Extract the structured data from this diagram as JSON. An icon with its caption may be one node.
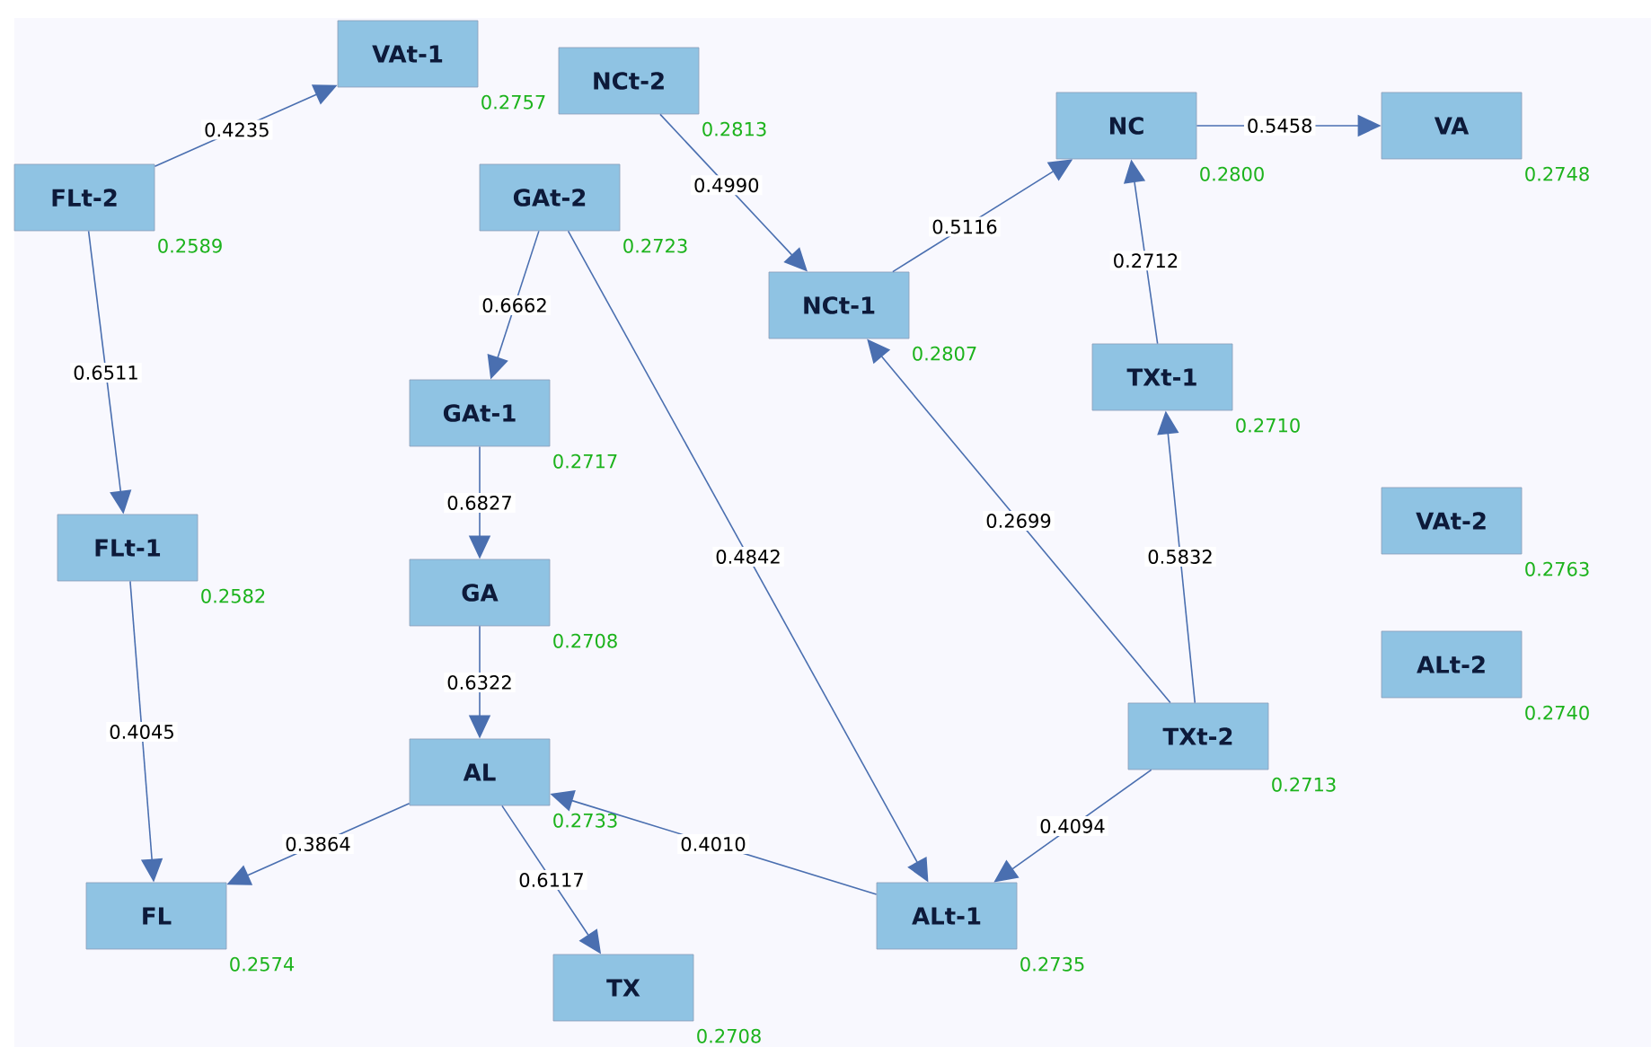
{
  "diagram": {
    "nodes": [
      {
        "text": [
          "VAt-1"
        ],
        "beside": [
          "0.2757"
        ]
      },
      {
        "text": [
          "NCt-2"
        ],
        "beside": [
          "0.2813"
        ]
      },
      {
        "text": [
          "NC"
        ],
        "beside": [
          "0.2800"
        ]
      },
      {
        "text": [
          "VA"
        ],
        "beside": [
          "0.2748"
        ]
      },
      {
        "text": [
          "FLt-2"
        ],
        "beside": [
          "0.2589"
        ]
      },
      {
        "text": [
          "GAt-2"
        ],
        "beside": [
          "0.2723"
        ]
      },
      {
        "text": [
          "NCt-1"
        ],
        "beside": [
          "0.2807"
        ]
      },
      {
        "text": [
          "TXt-1"
        ],
        "beside": [
          "0.2710"
        ]
      },
      {
        "text": [
          "GAt-1"
        ],
        "beside": [
          "0.2717"
        ]
      },
      {
        "text": [
          "VAt-2"
        ],
        "beside": [
          "0.2763"
        ]
      },
      {
        "text": [
          "FLt-1"
        ],
        "beside": [
          "0.2582"
        ]
      },
      {
        "text": [
          "GA"
        ],
        "beside": [
          "0.2708"
        ]
      },
      {
        "text": [
          "ALt-2"
        ],
        "beside": [
          "0.2740"
        ]
      },
      {
        "text": [
          "TXt-2"
        ],
        "beside": [
          "0.2713"
        ]
      },
      {
        "text": [
          "AL"
        ],
        "beside": [
          "0.2733"
        ]
      },
      {
        "text": [
          "FL"
        ],
        "beside": [
          "0.2574"
        ]
      },
      {
        "text": [
          "ALt-1"
        ],
        "beside": [
          "0.2735"
        ]
      },
      {
        "text": [
          "TX"
        ],
        "beside": [
          "0.2708"
        ]
      }
    ],
    "edges": [
      {
        "from": 4,
        "to": 0,
        "arrow": "to",
        "label": "0.4235"
      },
      {
        "from": 1,
        "to": 6,
        "arrow": "to",
        "label": "0.4990"
      },
      {
        "from": 2,
        "to": 3,
        "arrow": "to",
        "label": "0.5458"
      },
      {
        "from": 6,
        "to": 2,
        "arrow": "to",
        "label": "0.5116"
      },
      {
        "from": 7,
        "to": 2,
        "arrow": "to",
        "label": "0.2712"
      },
      {
        "from": 5,
        "to": 8,
        "arrow": "to",
        "label": "0.6662"
      },
      {
        "from": 4,
        "to": 10,
        "arrow": "to",
        "label": "0.6511"
      },
      {
        "from": 8,
        "to": 11,
        "arrow": "to",
        "label": "0.6827"
      },
      {
        "from": 13,
        "to": 6,
        "arrow": "to",
        "label": "0.2699"
      },
      {
        "from": 5,
        "to": 16,
        "arrow": "to",
        "label": "0.4842"
      },
      {
        "from": 13,
        "to": 7,
        "arrow": "to",
        "label": "0.5832"
      },
      {
        "from": 11,
        "to": 14,
        "arrow": "to",
        "label": "0.6322"
      },
      {
        "from": 10,
        "to": 15,
        "arrow": "to",
        "label": "0.4045"
      },
      {
        "from": 14,
        "to": 15,
        "arrow": "to",
        "label": "0.3864"
      },
      {
        "from": 16,
        "to": 14,
        "arrow": "to",
        "label": "0.4010"
      },
      {
        "from": 13,
        "to": 16,
        "arrow": "to",
        "label": "0.4094"
      },
      {
        "from": 14,
        "to": 17,
        "arrow": "to",
        "label": "0.6117"
      }
    ]
  }
}
